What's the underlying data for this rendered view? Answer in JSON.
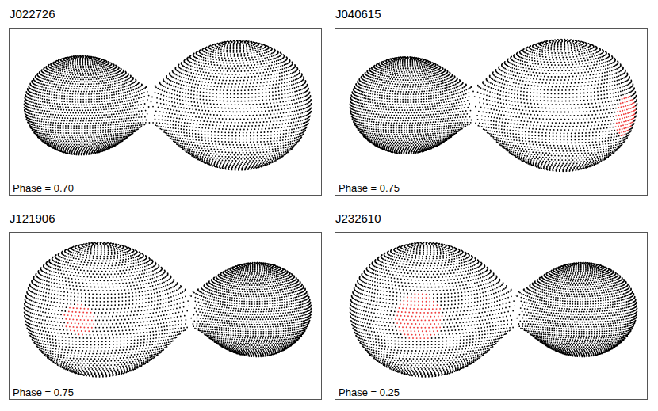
{
  "diagram": {
    "nodes": [
      {
        "text": [
          "J022726",
          "Phase = 0.70"
        ]
      },
      {
        "text": [
          "J040615",
          "Phase = 0.75"
        ]
      },
      {
        "text": [
          "J121906",
          "Phase = 0.75"
        ]
      },
      {
        "text": [
          "J232610",
          "Phase = 0.25"
        ]
      }
    ]
  }
}
